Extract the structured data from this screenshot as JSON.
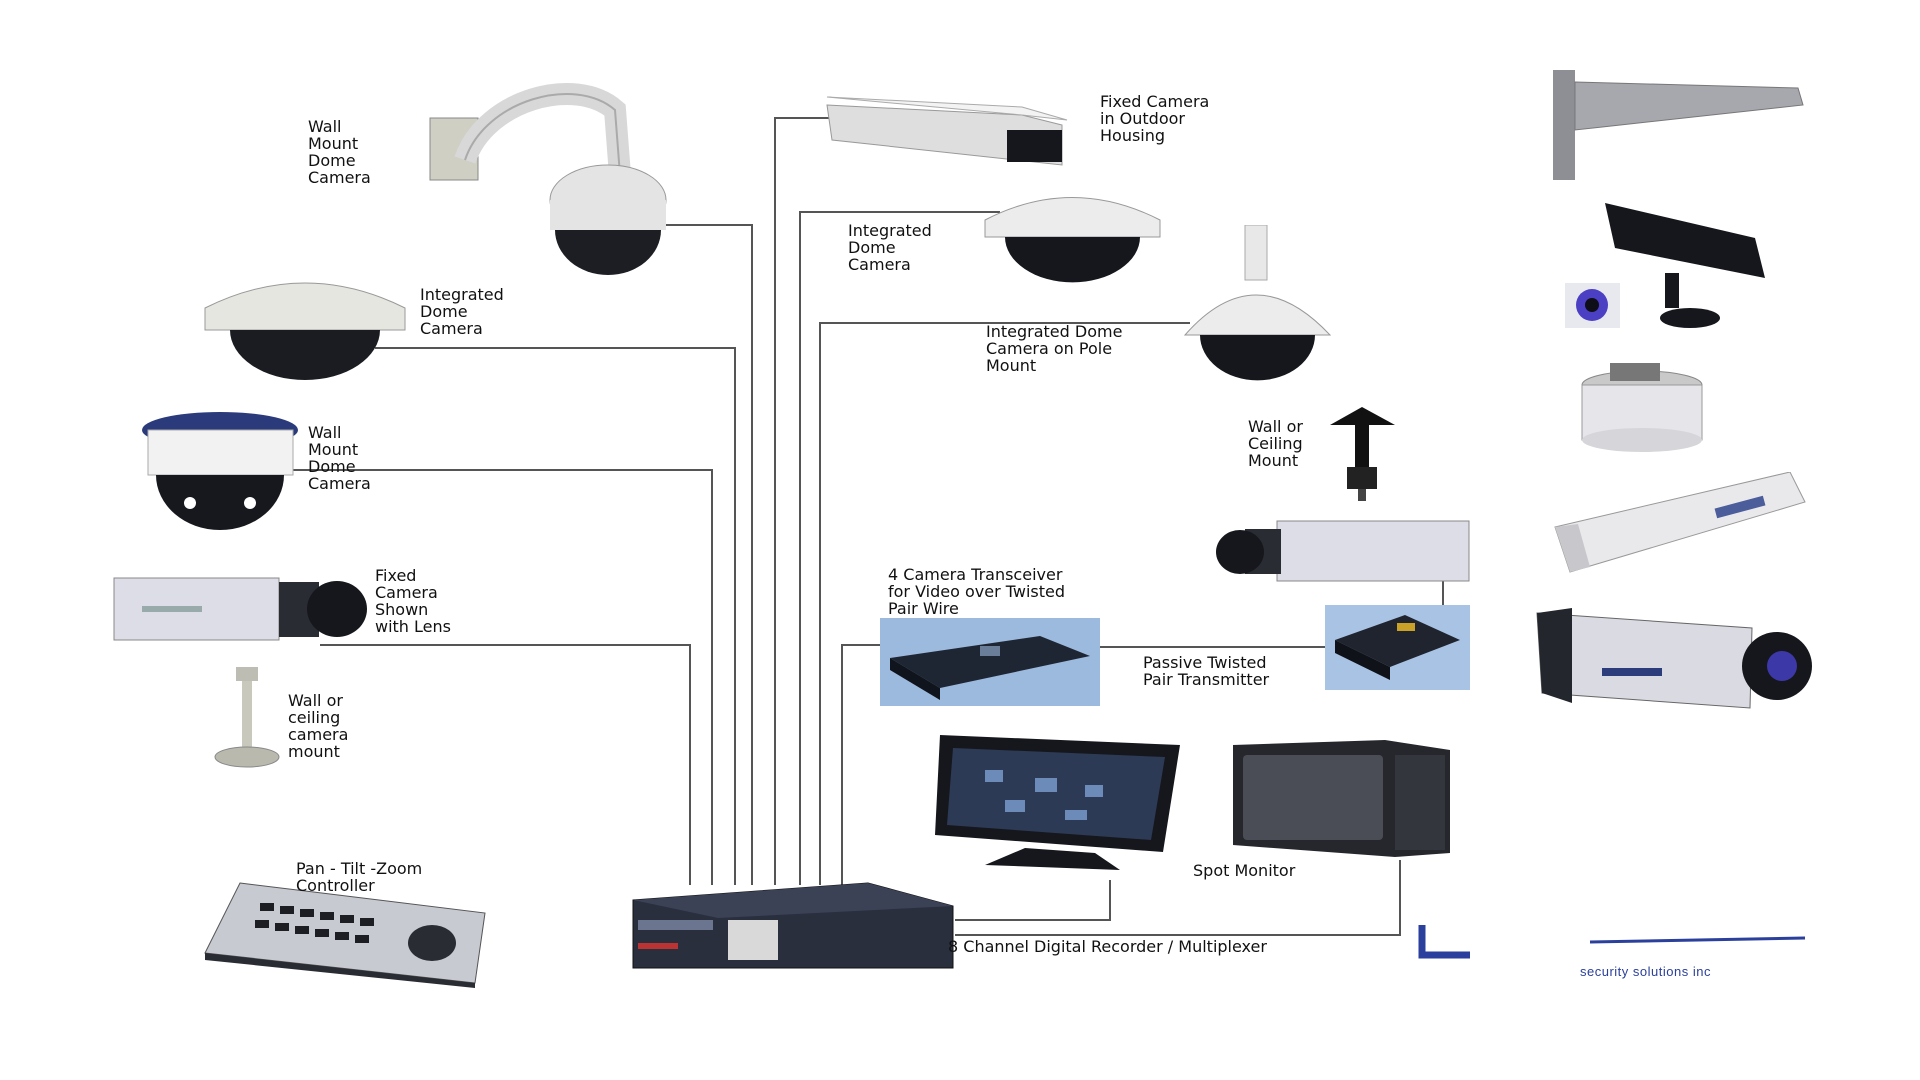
{
  "labels": {
    "wall_mount_dome_1": "Wall\nMount\nDome\nCamera",
    "integrated_dome_left": "Integrated\nDome\nCamera",
    "wall_mount_dome_2": "Wall\nMount\nDome\nCamera",
    "fixed_camera_lens": "Fixed\nCamera\nShown\nwith Lens",
    "wall_ceiling_mount_left": "Wall or\nceiling\ncamera\nmount",
    "ptz_controller": "Pan - Tilt -Zoom\nController",
    "fixed_outdoor": "Fixed Camera\nin Outdoor\nHousing",
    "integrated_dome_top": "Integrated\nDome\nCamera",
    "integrated_dome_pole": "Integrated Dome\nCamera on Pole\nMount",
    "wall_ceiling_mount_right": "Wall or\nCeiling\nMount",
    "transceiver": "4 Camera Transceiver\nfor Video over Twisted\nPair Wire",
    "passive_transmitter": "Passive Twisted\nPair Transmitter",
    "spot_monitor": "Spot Monitor",
    "recorder": "8 Channel Digital Recorder / Multiplexer"
  },
  "brand": {
    "tagline": "security solutions inc"
  },
  "colors": {
    "wire": "#555555",
    "device_dark": "#23272f",
    "device_light": "#e8e8e8",
    "brand": "#2b3f9c"
  }
}
